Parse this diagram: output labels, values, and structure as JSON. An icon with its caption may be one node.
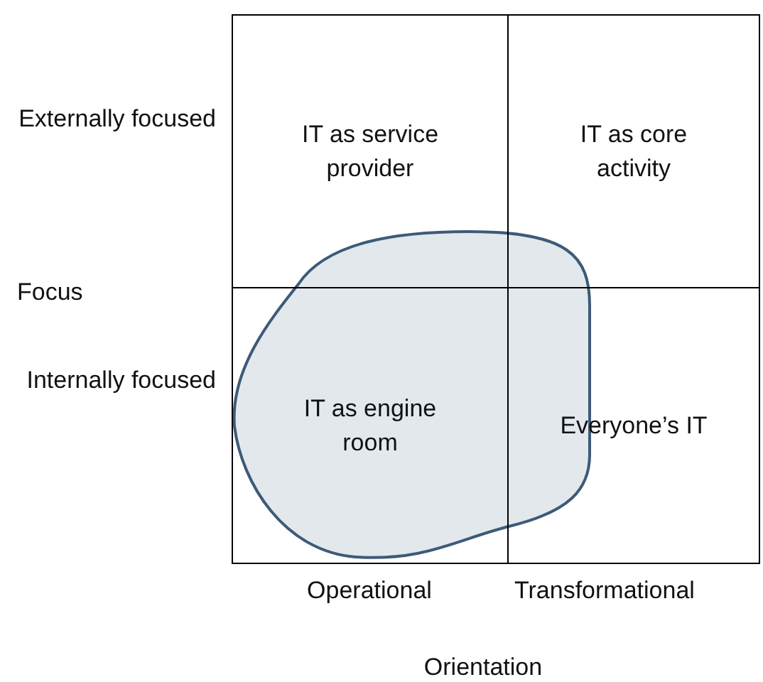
{
  "diagram": {
    "nodes": [
      {
        "text": [
          "IT as service provider"
        ]
      },
      {
        "text": [
          "IT as core activity"
        ]
      },
      {
        "text": [
          "IT as engine room"
        ]
      },
      {
        "text": [
          "Everyone’s IT"
        ]
      }
    ],
    "labels": [
      "Externally focused",
      "Focus",
      "Internally focused",
      "Operational",
      "Transformational",
      "Orientation"
    ]
  }
}
